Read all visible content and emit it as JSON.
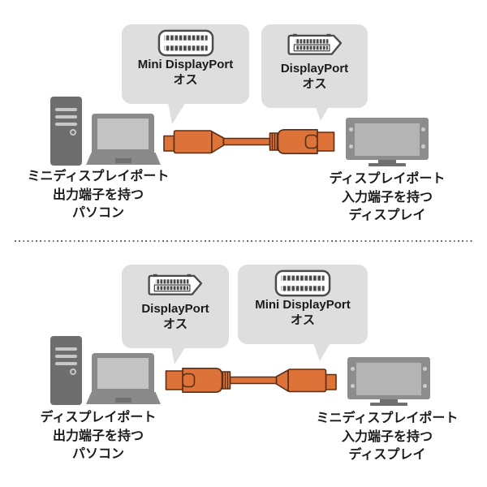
{
  "colors": {
    "cable_orange": "#dd7338",
    "cable_outline": "#5c2e15",
    "bubble_gray": "#dedede",
    "device_dark_gray": "#6e6e6e",
    "device_mid_gray": "#8a8a8a",
    "monitor_gray": "#8d8d8d",
    "screen_gray": "#c3c3c3",
    "text": "#1b1b1b",
    "connector_icon_stroke": "#4a4a4a"
  },
  "sections": [
    {
      "left_callout": {
        "icon": "mini-displayport-connector-icon",
        "title": "Mini DisplayPort",
        "gender": "オス"
      },
      "right_callout": {
        "icon": "displayport-connector-icon",
        "title": "DisplayPort",
        "gender": "オス"
      },
      "left_label": {
        "lines": [
          "ミニディスプレイポート",
          "出力端子を持つ",
          "パソコン"
        ]
      },
      "right_label": {
        "lines": [
          "ディスプレイポート",
          "入力端子を持つ",
          "ディスプレイ"
        ]
      }
    },
    {
      "left_callout": {
        "icon": "displayport-connector-icon",
        "title": "DisplayPort",
        "gender": "オス"
      },
      "right_callout": {
        "icon": "mini-displayport-connector-icon",
        "title": "Mini DisplayPort",
        "gender": "オス"
      },
      "left_label": {
        "lines": [
          "ディスプレイポート",
          "出力端子を持つ",
          "パソコン"
        ]
      },
      "right_label": {
        "lines": [
          "ミニディスプレイポート",
          "入力端子を持つ",
          "ディスプレイ"
        ]
      }
    }
  ]
}
